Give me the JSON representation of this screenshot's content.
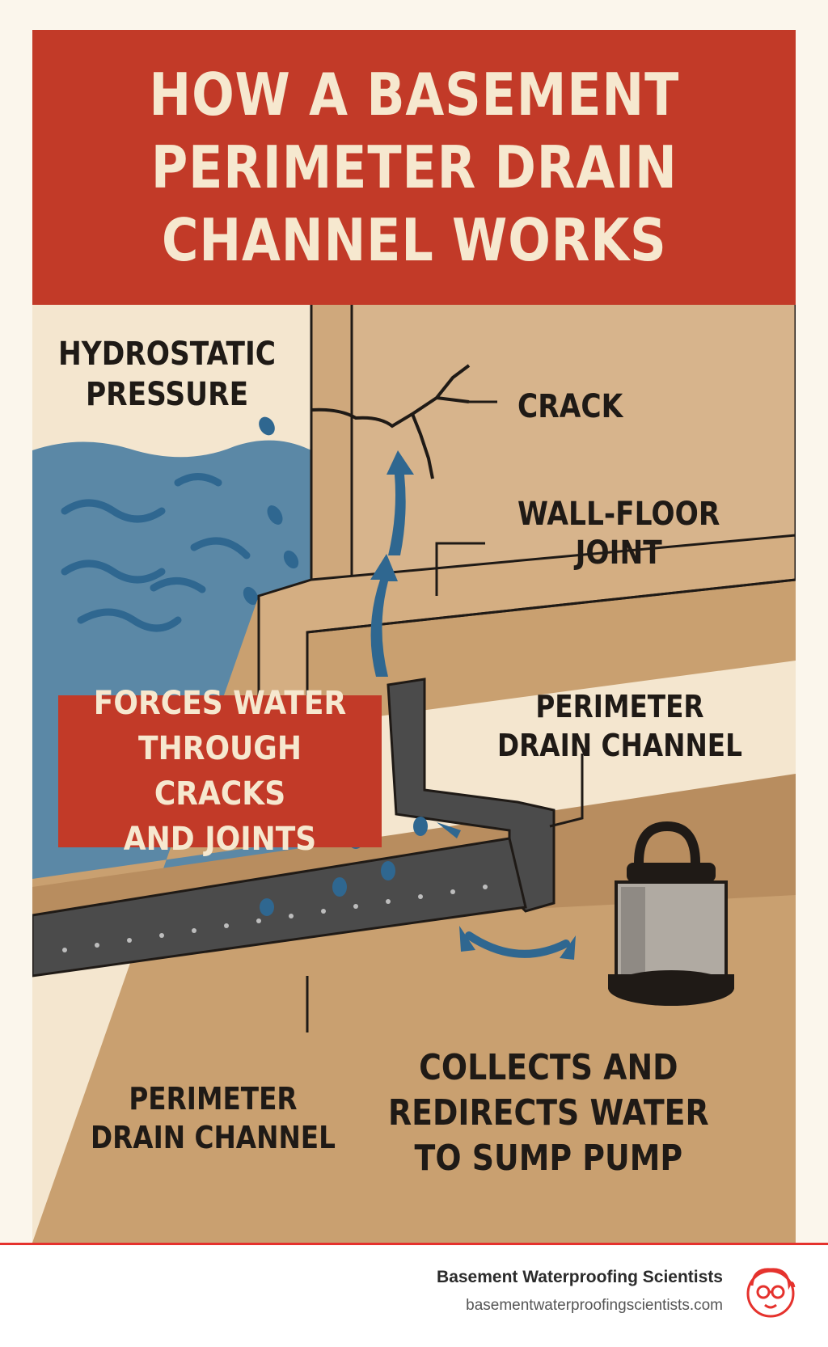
{
  "title": "HOW A BASEMENT\nPERIMETER DRAIN\nCHANNEL WORKS",
  "labels": {
    "hydrostatic": "HYDROSTATIC\nPRESSURE",
    "crack": "CRACK",
    "wall_floor_joint": "WALL-FLOOR\nJOINT",
    "perimeter_top": "PERIMETER\nDRAIN CHANNEL",
    "perimeter_bottom": "PERIMETER\nDRAIN CHANNEL",
    "collects": "COLLECTS AND\nREDIRECTS WATER\nTO SUMP PUMP"
  },
  "callout": "FORCES WATER\nTHROUGH CRACKS\nAND JOINTS",
  "footer": {
    "brand": "Basement Waterproofing Scientists",
    "url": "basementwaterproofingscientists.com"
  },
  "colors": {
    "header_red": "#c23a28",
    "water_blue": "#5b88a6",
    "wall_tan": "#d7b48c",
    "floor_tan": "#c9a070",
    "channel_gray": "#4b4b4b",
    "footer_red": "#e5322d"
  },
  "icons": [
    "water-drop-icon",
    "arrow-up-icon",
    "double-arrow-icon",
    "sump-pump-icon",
    "scientist-logo-icon"
  ]
}
